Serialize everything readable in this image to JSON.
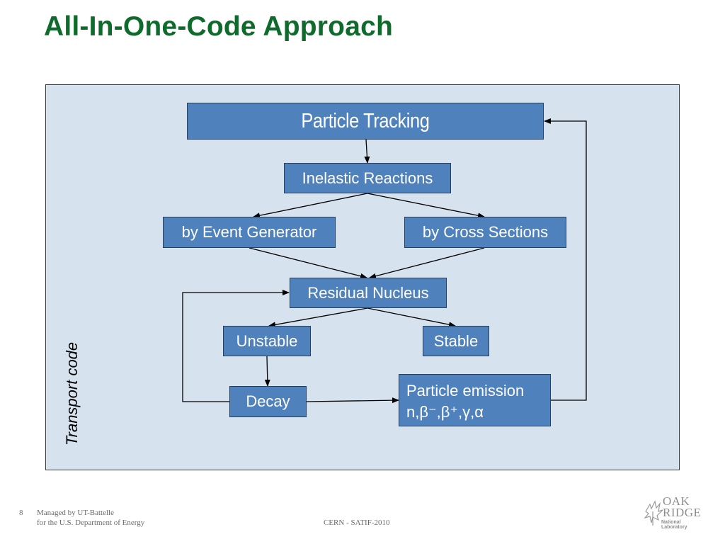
{
  "slide": {
    "title": "All-In-One-Code Approach",
    "side_label": "Transport code"
  },
  "diagram": {
    "particle_tracking": "Particle Tracking",
    "inelastic_reactions": "Inelastic Reactions",
    "event_generator": "by Event Generator",
    "cross_sections": "by Cross Sections",
    "residual_nucleus": "Residual Nucleus",
    "unstable": "Unstable",
    "stable": "Stable",
    "decay": "Decay",
    "emission_line1": "Particle emission",
    "emission_line2": "n,β⁻,β⁺,γ,α"
  },
  "footer": {
    "page_number": "8",
    "managed_line1": "Managed by UT-Battelle",
    "managed_line2": "for the U.S. Department of Energy",
    "center_text": "CERN - SATIF-2010",
    "logo_word1": "OAK",
    "logo_word2": "RIDGE",
    "logo_sub": "National Laboratory"
  },
  "colors": {
    "title": "#0f6b2c",
    "panel": "#d6e2ee",
    "box_fill": "#4f81bd",
    "box_border": "#243f60"
  }
}
